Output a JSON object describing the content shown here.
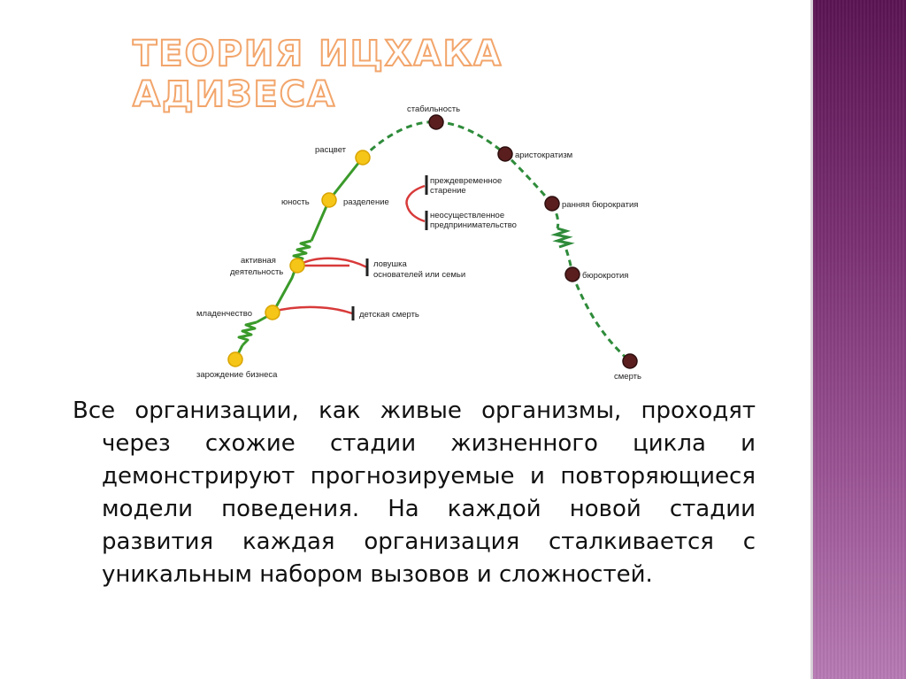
{
  "slide": {
    "title": "ТЕОРИЯ ИЦХАКА АДИЗЕСА",
    "body": "Все организации, как живые организмы, проходят через схожие стадии жизненного цикла и демонстрируют прогнозируемые и повторяющиеся модели поведения. На каждой новой стадии развития каждая организация сталкивается с уникальным набором вызовов и сложностей.",
    "colors": {
      "side_band": "#7a2f72",
      "title_outline": "#f2a56b",
      "growth_curve": "#3a9a2a",
      "decline_curve": "#2e8b3a",
      "growth_node": "#f5c518",
      "decline_node": "#5a1e1e",
      "trap_branch": "#d83a3a"
    }
  },
  "diagram": {
    "stages": {
      "birth": "зарождение бизнеса",
      "infancy": "младенчество",
      "active_1": "активная",
      "active_2": "деятельность",
      "youth": "юность",
      "prime": "расцвет",
      "stability": "стабильность",
      "aristocracy": "аристократизм",
      "early_bureaucracy": "ранняя бюрократия",
      "bureaucracy": "бюрокротия",
      "death": "смерть"
    },
    "traps": {
      "split": "разделение",
      "premature_aging_1": "преждевременное",
      "premature_aging_2": "старение",
      "unrealized_1": "неосуществленное",
      "unrealized_2": "предпринимательство",
      "founder_trap_1": "ловушка",
      "founder_trap_2": "основателей или семьи",
      "infant_death": "детская смерть"
    }
  }
}
